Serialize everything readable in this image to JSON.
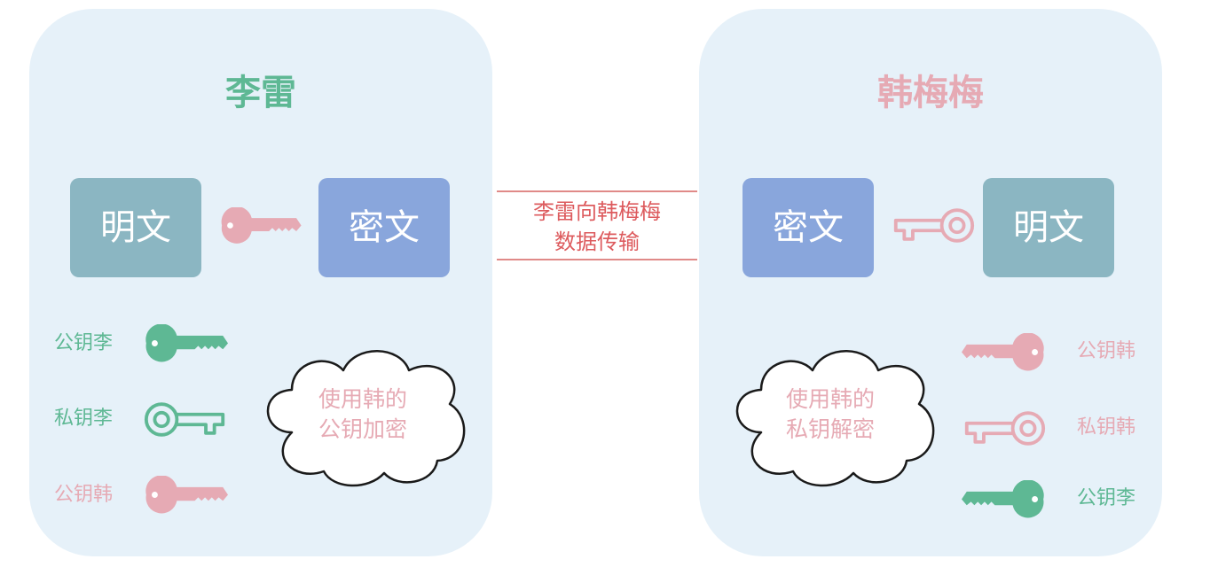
{
  "colors": {
    "green": "#5eb894",
    "pink": "#e6aab4",
    "teal_box": "#8bb6c2",
    "blue_box": "#89a6dc",
    "panel_bg": "#e6f1f9",
    "channel_red": "#dd5b5e"
  },
  "left_panel": {
    "name": "李雷",
    "plain_box": "明文",
    "cipher_box": "密文",
    "flow_key_icon": "key-icon",
    "keys": [
      {
        "label": "公钥李",
        "icon": "solid-key-icon",
        "color": "green"
      },
      {
        "label": "私钥李",
        "icon": "outline-key-icon",
        "color": "green"
      },
      {
        "label": "公钥韩",
        "icon": "solid-key-icon",
        "color": "pink"
      }
    ],
    "cloud": {
      "line1": "使用韩的",
      "line2": "公钥加密"
    }
  },
  "channel": {
    "line1": "李雷向韩梅梅",
    "line2": "数据传输"
  },
  "right_panel": {
    "name": "韩梅梅",
    "cipher_box": "密文",
    "plain_box": "明文",
    "flow_key_icon": "outline-key-icon",
    "keys": [
      {
        "label": "公钥韩",
        "icon": "solid-key-icon",
        "color": "pink"
      },
      {
        "label": "私钥韩",
        "icon": "outline-key-icon",
        "color": "pink"
      },
      {
        "label": "公钥李",
        "icon": "solid-key-icon",
        "color": "green"
      }
    ],
    "cloud": {
      "line1": "使用韩的",
      "line2": "私钥解密"
    }
  }
}
